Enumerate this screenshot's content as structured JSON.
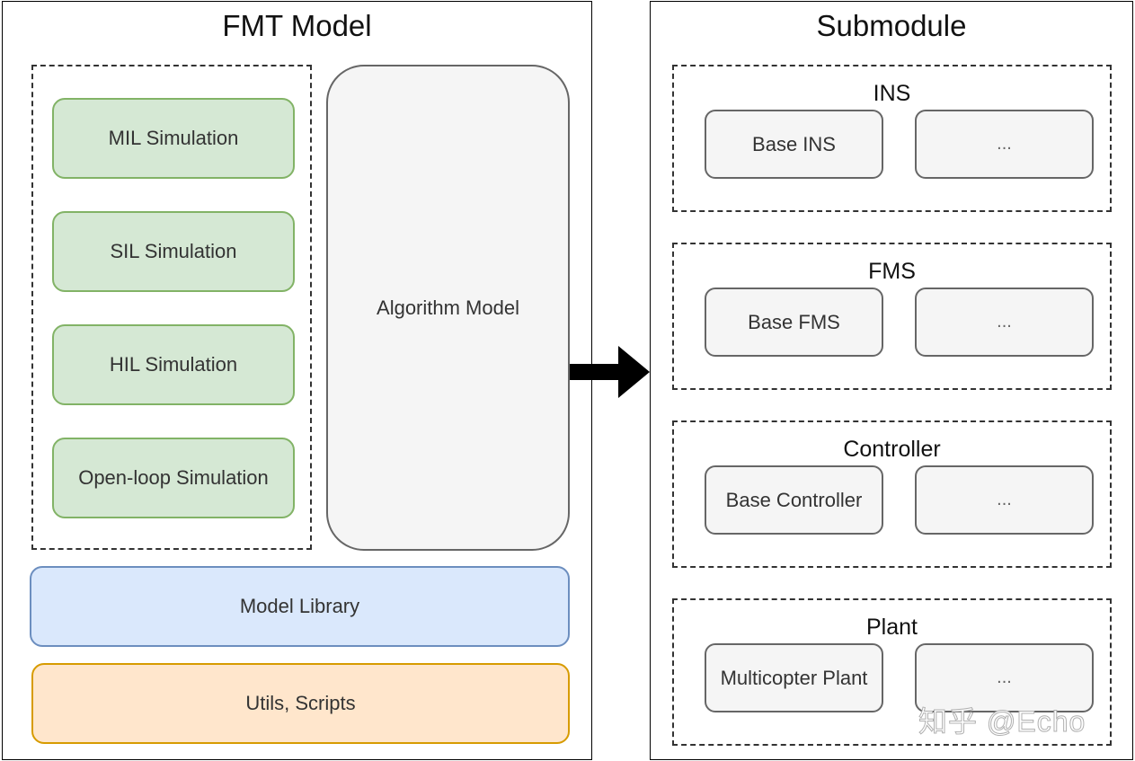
{
  "fmt_model": {
    "title": "FMT Model",
    "simulations": [
      "MIL Simulation",
      "SIL Simulation",
      "HIL Simulation",
      "Open-loop Simulation"
    ],
    "algorithm_model": "Algorithm Model",
    "model_library": "Model Library",
    "utils": "Utils, Scripts"
  },
  "submodule": {
    "title": "Submodule",
    "groups": [
      {
        "title": "INS",
        "base": "Base INS",
        "more": "..."
      },
      {
        "title": "FMS",
        "base": "Base FMS",
        "more": "..."
      },
      {
        "title": "Controller",
        "base": "Base Controller",
        "more": "..."
      },
      {
        "title": "Plant",
        "base": "Multicopter Plant",
        "more": "..."
      }
    ]
  },
  "watermark": "知乎 @Echo",
  "colors": {
    "simulation_fill": "#d5e8d4",
    "simulation_stroke": "#82b366",
    "neutral_fill": "#f5f5f5",
    "neutral_stroke": "#666666",
    "library_fill": "#dae8fc",
    "library_stroke": "#6c8ebf",
    "utils_fill": "#ffe6cc",
    "utils_stroke": "#d79b00"
  },
  "icons": {
    "connector": "right-arrow"
  }
}
